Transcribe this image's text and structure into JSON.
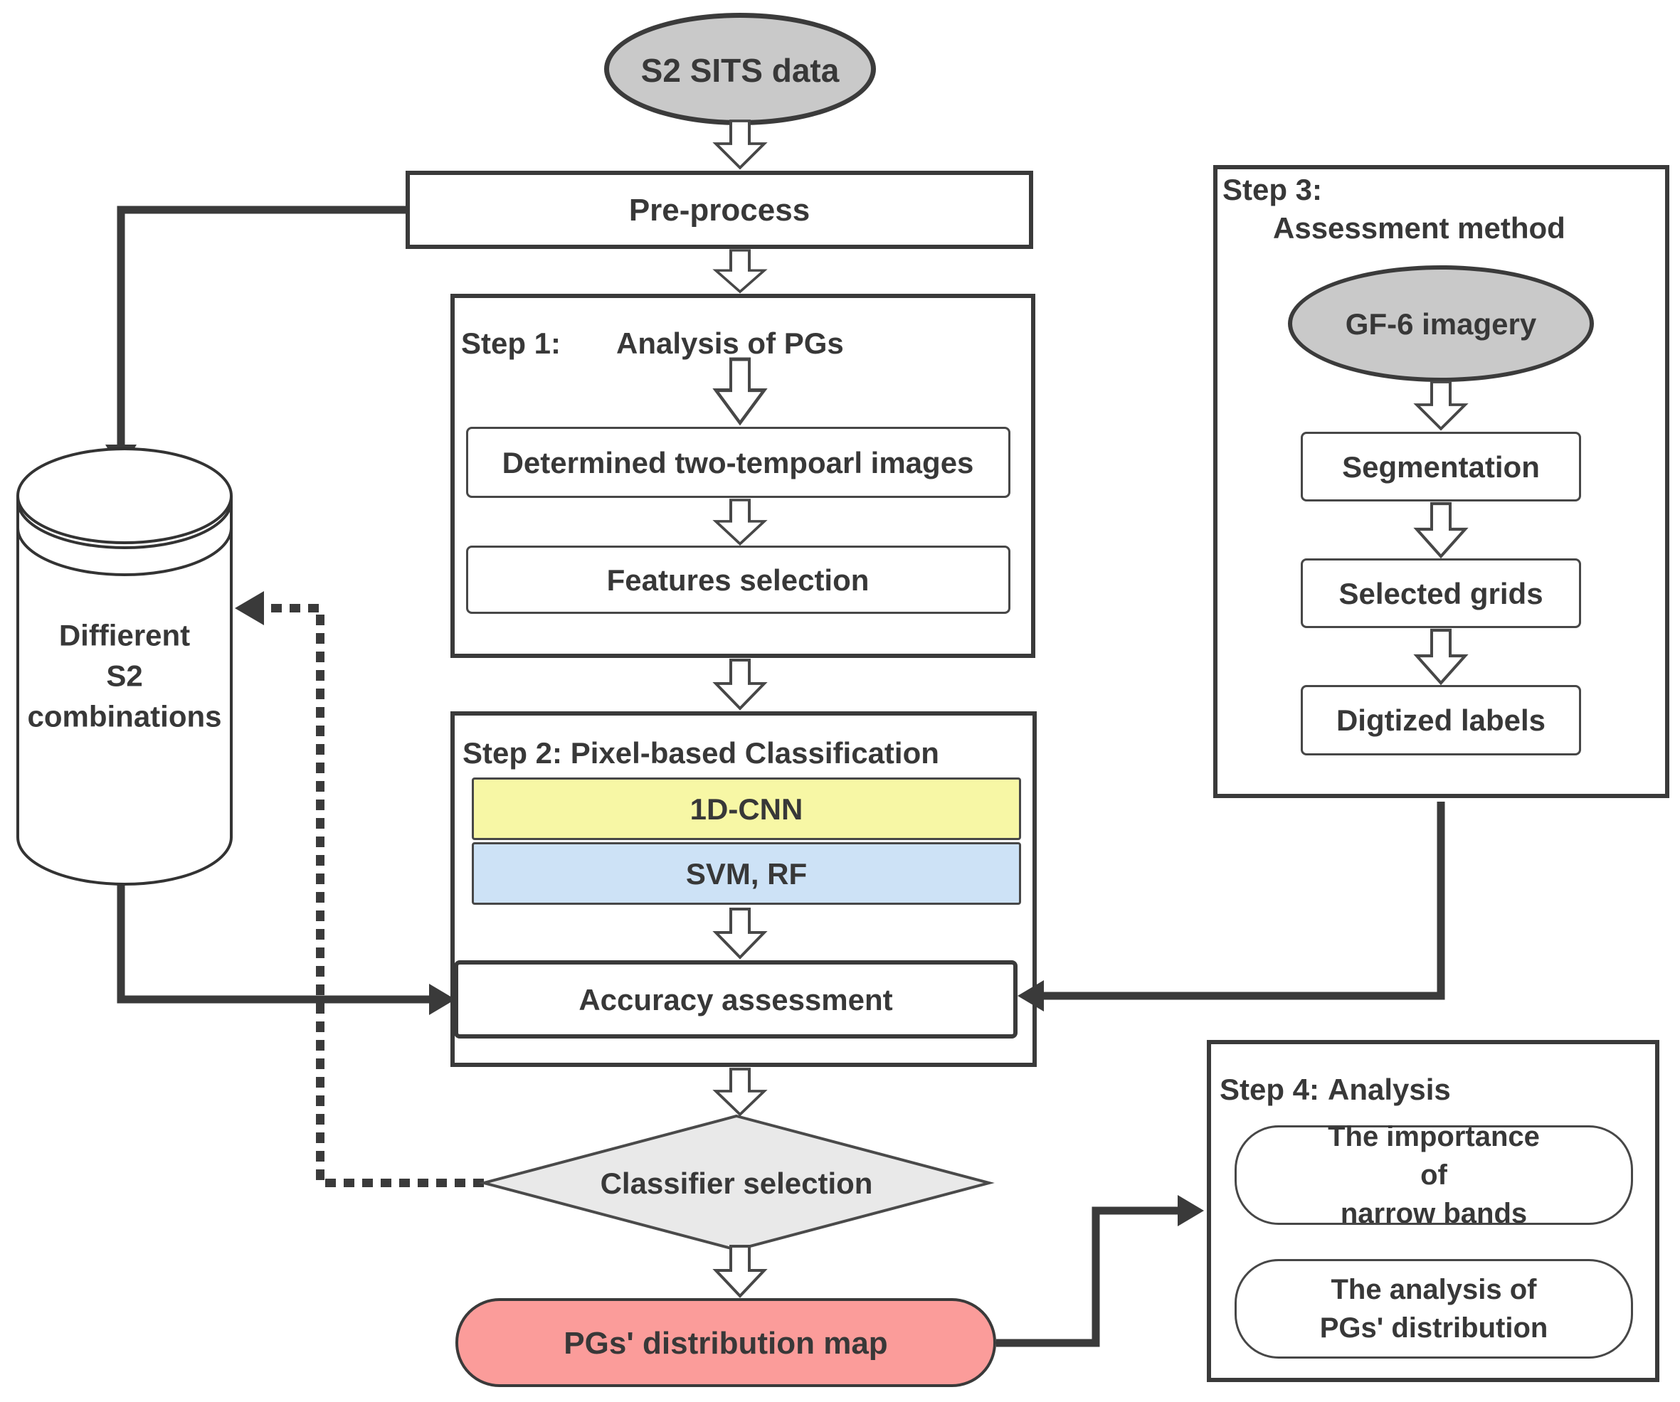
{
  "figure": {
    "type": "flowchart",
    "description": "Methodology workflow with four steps for PGs mapping from S2 SITS data"
  },
  "colors": {
    "gray": "#c9c9c9",
    "diamond_gray": "#e9e9e9",
    "yellow": "#f7f7a5",
    "blue": "#cde2f6",
    "pink": "#fb9c9a",
    "line": "#3a3a3a"
  },
  "nodes": {
    "s2_sits": "S2 SITS data",
    "preprocess": "Pre-process",
    "step1_prefix": "Step 1:",
    "step1_title": "Analysis of PGs",
    "determined": "Determined two-tempoarl images",
    "features": "Features selection",
    "cylinder_line1": "Diffierent",
    "cylinder_line2": "S2",
    "cylinder_line3": "combinations",
    "step2_title": "Step 2: Pixel-based Classification",
    "cnn": "1D-CNN",
    "svm_rf": "SVM, RF",
    "accuracy": "Accuracy assessment",
    "step3_prefix": "Step 3:",
    "step3_title": "Assessment method",
    "gf6": "GF-6 imagery",
    "segmentation": "Segmentation",
    "selected_grids": "Selected grids",
    "digitized_labels": "Digtized labels",
    "classifier": "Classifier selection",
    "distribution_map": "PGs' distribution map",
    "step4_prefix": "Step 4:",
    "step4_title": "Analysis",
    "importance_line1": "The importance of",
    "importance_line2": "narrow bands",
    "analysis_line1": "The analysis of",
    "analysis_line2": "PGs' distribution"
  }
}
